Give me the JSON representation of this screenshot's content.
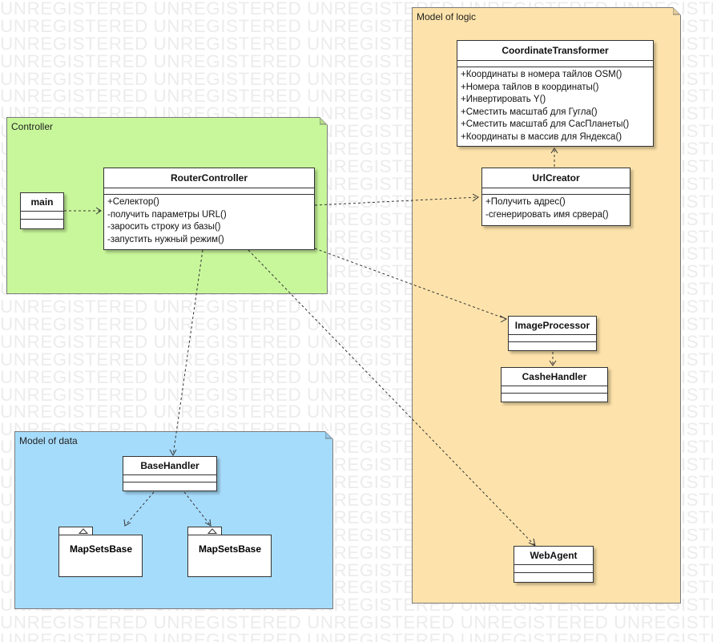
{
  "watermark": "UNREGISTERED",
  "packages": {
    "controller": {
      "title": "Controller"
    },
    "logic": {
      "title": "Model of logic"
    },
    "data": {
      "title": "Model of data"
    }
  },
  "classes": {
    "main": {
      "name": "main"
    },
    "router": {
      "name": "RouterController",
      "ops": [
        "+Селектор()",
        "-получить параметры URL()",
        "-заросить строку из базы()",
        "-запустить нужный режим()"
      ]
    },
    "transformer": {
      "name": "CoordinateTransformer",
      "ops": [
        "+Координаты в номера тайлов OSM()",
        "+Номера тайлов в координаты()",
        "+Инвертировать Y()",
        "+Сместить масштаб для Гугла()",
        "+Сместить масштаб для СасПланеты()",
        "+Координаты в массив для Яндекса()"
      ]
    },
    "urlcreator": {
      "name": "UrlCreator",
      "ops": [
        "+Получить адрес()",
        "-сгенерировать имя срвера()"
      ]
    },
    "imageprocessor": {
      "name": "ImageProcessor"
    },
    "cashehandler": {
      "name": "CasheHandler"
    },
    "webagent": {
      "name": "WebAgent"
    },
    "basehandler": {
      "name": "BaseHandler"
    },
    "mapsets1": {
      "name": "MapSetsBase"
    },
    "mapsets2": {
      "name": "MapSetsBase"
    }
  },
  "colors": {
    "controller": "#c8f79b",
    "logic": "#fde3ab",
    "data": "#a6dcfb"
  }
}
